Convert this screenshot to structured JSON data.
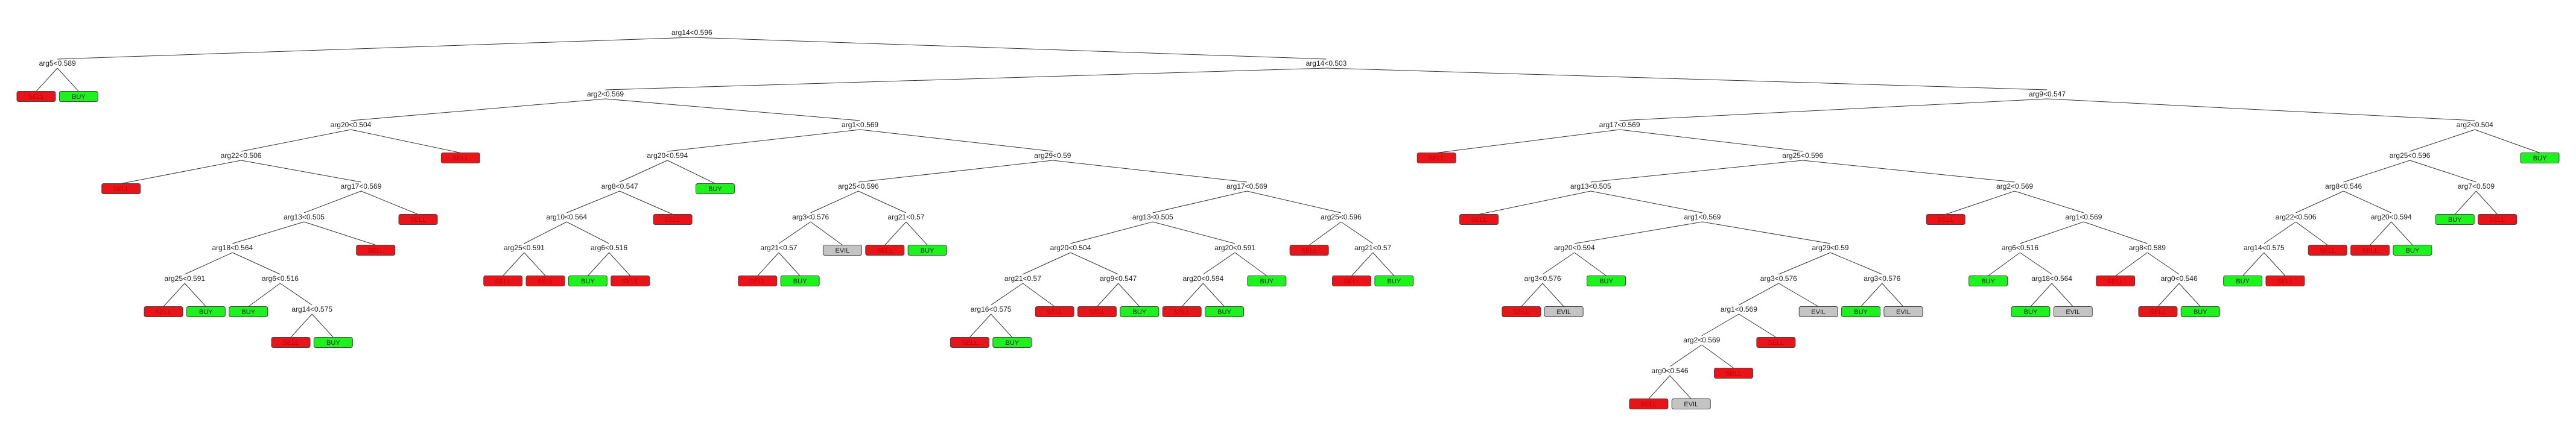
{
  "colors": {
    "SELL": "#e8141a",
    "BUY": "#1cf21c",
    "EVIL": "#c4c4c4",
    "edge": "#333333",
    "node_text": "#222222"
  },
  "tree": {
    "label": "arg14<0.596",
    "children": [
      {
        "label": "arg5<0.589",
        "children": [
          {
            "leaf": "SELL"
          },
          {
            "leaf": "BUY"
          }
        ]
      },
      {
        "label": "arg14<0.503",
        "children": [
          {
            "label": "arg2<0.569",
            "children": [
              {
                "label": "arg20<0.504",
                "children": [
                  {
                    "label": "arg22<0.506",
                    "children": [
                      {
                        "leaf": "SELL"
                      },
                      {
                        "label": "arg17<0.569",
                        "children": [
                          {
                            "label": "arg13<0.505",
                            "children": [
                              {
                                "label": "arg18<0.564",
                                "children": [
                                  {
                                    "label": "arg25<0.591",
                                    "children": [
                                      {
                                        "leaf": "SELL"
                                      },
                                      {
                                        "leaf": "BUY"
                                      }
                                    ]
                                  },
                                  {
                                    "label": "arg6<0.516",
                                    "children": [
                                      {
                                        "leaf": "BUY"
                                      },
                                      {
                                        "label": "arg14<0.575",
                                        "children": [
                                          {
                                            "leaf": "SELL"
                                          },
                                          {
                                            "leaf": "BUY"
                                          }
                                        ]
                                      }
                                    ]
                                  }
                                ]
                              },
                              {
                                "leaf": "SELL"
                              }
                            ]
                          },
                          {
                            "leaf": "SELL"
                          }
                        ]
                      }
                    ]
                  },
                  {
                    "leaf": "SELL"
                  }
                ]
              },
              {
                "label": "arg1<0.569",
                "children": [
                  {
                    "label": "arg20<0.594",
                    "children": [
                      {
                        "label": "arg8<0.547",
                        "children": [
                          {
                            "label": "arg10<0.564",
                            "children": [
                              {
                                "label": "arg25<0.591",
                                "children": [
                                  {
                                    "leaf": "SELL"
                                  },
                                  {
                                    "leaf": "SELL"
                                  }
                                ]
                              },
                              {
                                "label": "arg6<0.516",
                                "children": [
                                  {
                                    "leaf": "BUY"
                                  },
                                  {
                                    "leaf": "SELL"
                                  }
                                ]
                              }
                            ]
                          },
                          {
                            "leaf": "SELL"
                          }
                        ]
                      },
                      {
                        "leaf": "BUY"
                      }
                    ]
                  },
                  {
                    "label": "arg29<0.59",
                    "children": [
                      {
                        "label": "arg25<0.596",
                        "children": [
                          {
                            "label": "arg3<0.576",
                            "children": [
                              {
                                "label": "arg21<0.57",
                                "children": [
                                  {
                                    "leaf": "SELL"
                                  },
                                  {
                                    "leaf": "BUY"
                                  }
                                ]
                              },
                              {
                                "leaf": "EVIL"
                              }
                            ]
                          },
                          {
                            "label": "arg21<0.57",
                            "children": [
                              {
                                "leaf": "SELL"
                              },
                              {
                                "leaf": "BUY"
                              }
                            ]
                          }
                        ]
                      },
                      {
                        "label": "arg17<0.569",
                        "children": [
                          {
                            "label": "arg13<0.505",
                            "children": [
                              {
                                "label": "arg20<0.504",
                                "children": [
                                  {
                                    "label": "arg21<0.57",
                                    "children": [
                                      {
                                        "label": "arg16<0.575",
                                        "children": [
                                          {
                                            "leaf": "SELL"
                                          },
                                          {
                                            "leaf": "BUY"
                                          }
                                        ]
                                      },
                                      {
                                        "leaf": "SELL"
                                      }
                                    ]
                                  },
                                  {
                                    "label": "arg9<0.547",
                                    "children": [
                                      {
                                        "leaf": "SELL"
                                      },
                                      {
                                        "leaf": "BUY"
                                      }
                                    ]
                                  }
                                ]
                              },
                              {
                                "label": "arg20<0.591",
                                "children": [
                                  {
                                    "label": "arg20<0.594",
                                    "children": [
                                      {
                                        "leaf": "SELL"
                                      },
                                      {
                                        "leaf": "BUY"
                                      }
                                    ]
                                  },
                                  {
                                    "leaf": "BUY"
                                  }
                                ]
                              }
                            ]
                          },
                          {
                            "label": "arg25<0.596",
                            "children": [
                              {
                                "leaf": "SELL"
                              },
                              {
                                "label": "arg21<0.57",
                                "children": [
                                  {
                                    "leaf": "SELL"
                                  },
                                  {
                                    "leaf": "BUY"
                                  }
                                ]
                              }
                            ]
                          }
                        ]
                      }
                    ]
                  }
                ]
              }
            ]
          },
          {
            "label": "arg9<0.547",
            "children": [
              {
                "label": "arg17<0.569",
                "children": [
                  {
                    "leaf": "SELL"
                  },
                  {
                    "label": "arg25<0.596",
                    "children": [
                      {
                        "label": "arg13<0.505",
                        "children": [
                          {
                            "leaf": "SELL"
                          },
                          {
                            "label": "arg1<0.569",
                            "children": [
                              {
                                "label": "arg20<0.594",
                                "children": [
                                  {
                                    "label": "arg3<0.576",
                                    "children": [
                                      {
                                        "leaf": "SELL"
                                      },
                                      {
                                        "leaf": "EVIL"
                                      }
                                    ]
                                  },
                                  {
                                    "leaf": "BUY"
                                  }
                                ]
                              },
                              {
                                "label": "arg29<0.59",
                                "children": [
                                  {
                                    "label": "arg3<0.576",
                                    "children": [
                                      {
                                        "label": "arg1<0.569",
                                        "children": [
                                          {
                                            "label": "arg2<0.569",
                                            "children": [
                                              {
                                                "label": "arg0<0.546",
                                                "children": [
                                                  {
                                                    "leaf": "SELL"
                                                  },
                                                  {
                                                    "leaf": "EVIL"
                                                  }
                                                ]
                                              },
                                              {
                                                "leaf": "SELL"
                                              }
                                            ]
                                          },
                                          {
                                            "leaf": "SELL"
                                          }
                                        ]
                                      },
                                      {
                                        "leaf": "EVIL"
                                      }
                                    ]
                                  },
                                  {
                                    "label": "arg3<0.576",
                                    "children": [
                                      {
                                        "leaf": "BUY"
                                      },
                                      {
                                        "leaf": "EVIL"
                                      }
                                    ]
                                  }
                                ]
                              }
                            ]
                          }
                        ]
                      },
                      {
                        "label": "arg2<0.569",
                        "children": [
                          {
                            "leaf": "SELL"
                          },
                          {
                            "label": "arg1<0.569",
                            "children": [
                              {
                                "label": "arg6<0.516",
                                "children": [
                                  {
                                    "leaf": "BUY"
                                  },
                                  {
                                    "label": "arg18<0.564",
                                    "children": [
                                      {
                                        "leaf": "BUY"
                                      },
                                      {
                                        "leaf": "EVIL"
                                      }
                                    ]
                                  }
                                ]
                              },
                              {
                                "label": "arg8<0.589",
                                "children": [
                                  {
                                    "leaf": "SELL"
                                  },
                                  {
                                    "label": "arg0<0.546",
                                    "children": [
                                      {
                                        "leaf": "SELL"
                                      },
                                      {
                                        "leaf": "BUY"
                                      }
                                    ]
                                  }
                                ]
                              }
                            ]
                          }
                        ]
                      }
                    ]
                  }
                ]
              },
              {
                "label": "arg2<0.504",
                "children": [
                  {
                    "label": "arg25<0.596",
                    "children": [
                      {
                        "label": "arg8<0.546",
                        "children": [
                          {
                            "label": "arg22<0.506",
                            "children": [
                              {
                                "label": "arg14<0.575",
                                "children": [
                                  {
                                    "leaf": "BUY"
                                  },
                                  {
                                    "leaf": "SELL"
                                  }
                                ]
                              },
                              {
                                "leaf": "SELL"
                              }
                            ]
                          },
                          {
                            "label": "arg20<0.594",
                            "children": [
                              {
                                "leaf": "SELL"
                              },
                              {
                                "leaf": "BUY"
                              }
                            ]
                          }
                        ]
                      },
                      {
                        "label": "arg7<0.509",
                        "children": [
                          {
                            "leaf": "BUY"
                          },
                          {
                            "leaf": "SELL"
                          }
                        ]
                      }
                    ]
                  },
                  {
                    "leaf": "BUY"
                  }
                ]
              }
            ]
          }
        ]
      }
    ]
  }
}
